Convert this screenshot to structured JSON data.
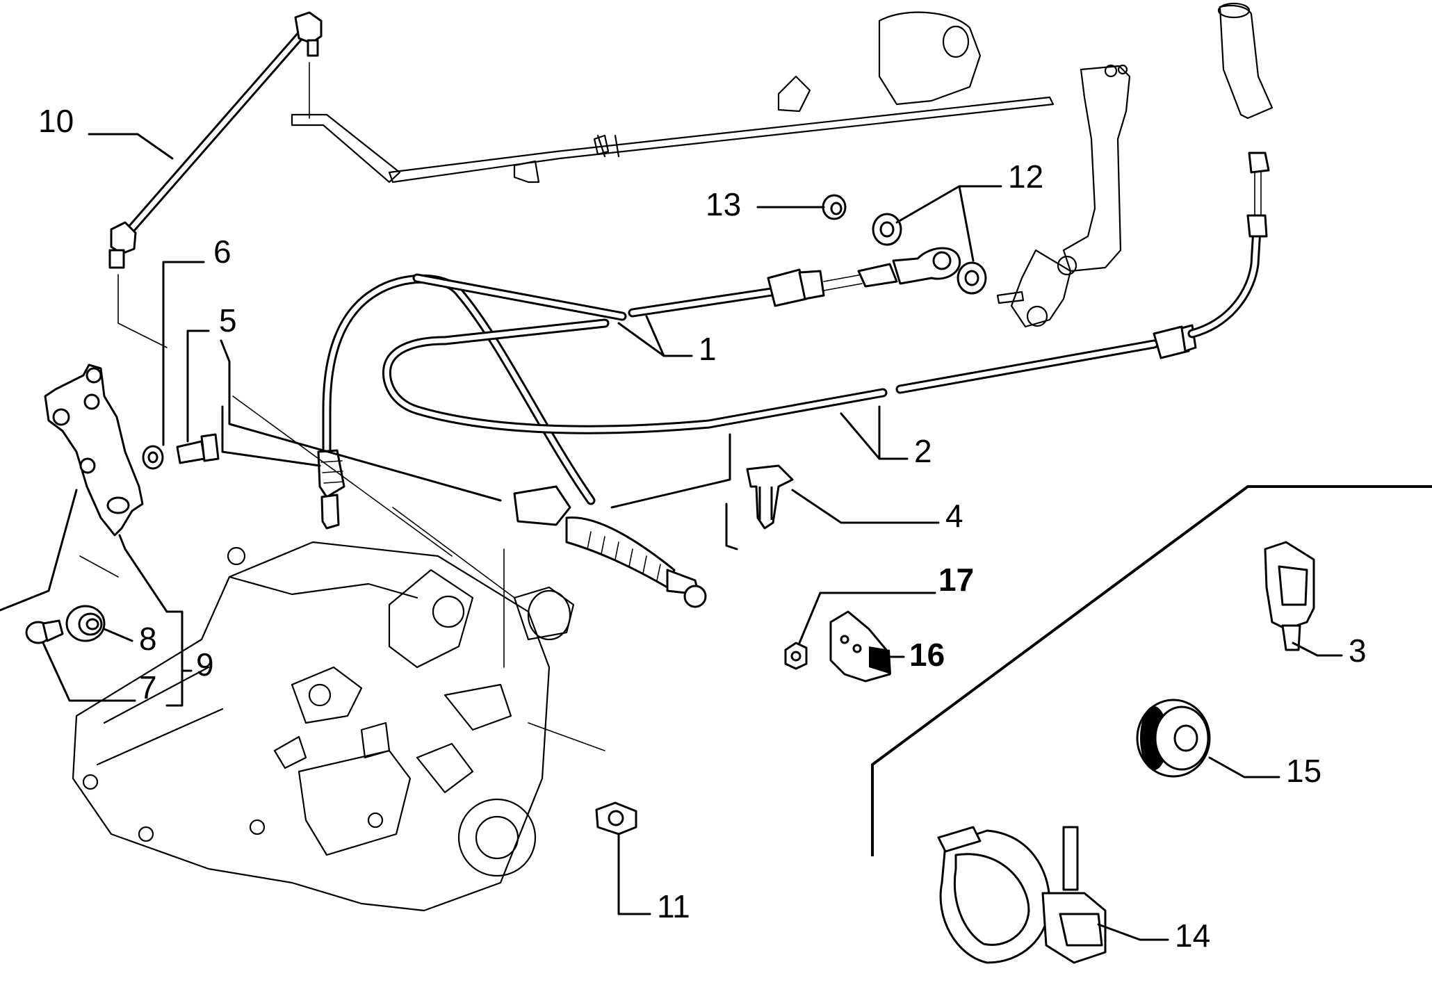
{
  "diagram": {
    "callouts": {
      "n1": "1",
      "n2": "2",
      "n3": "3",
      "n4": "4",
      "n5": "5",
      "n6": "6",
      "n7": "7",
      "n8": "8",
      "n9": "9",
      "n10": "10",
      "n11": "11",
      "n12": "12",
      "n13": "13",
      "n14": "14",
      "n15": "15",
      "n16": "16",
      "n17": "17"
    }
  }
}
